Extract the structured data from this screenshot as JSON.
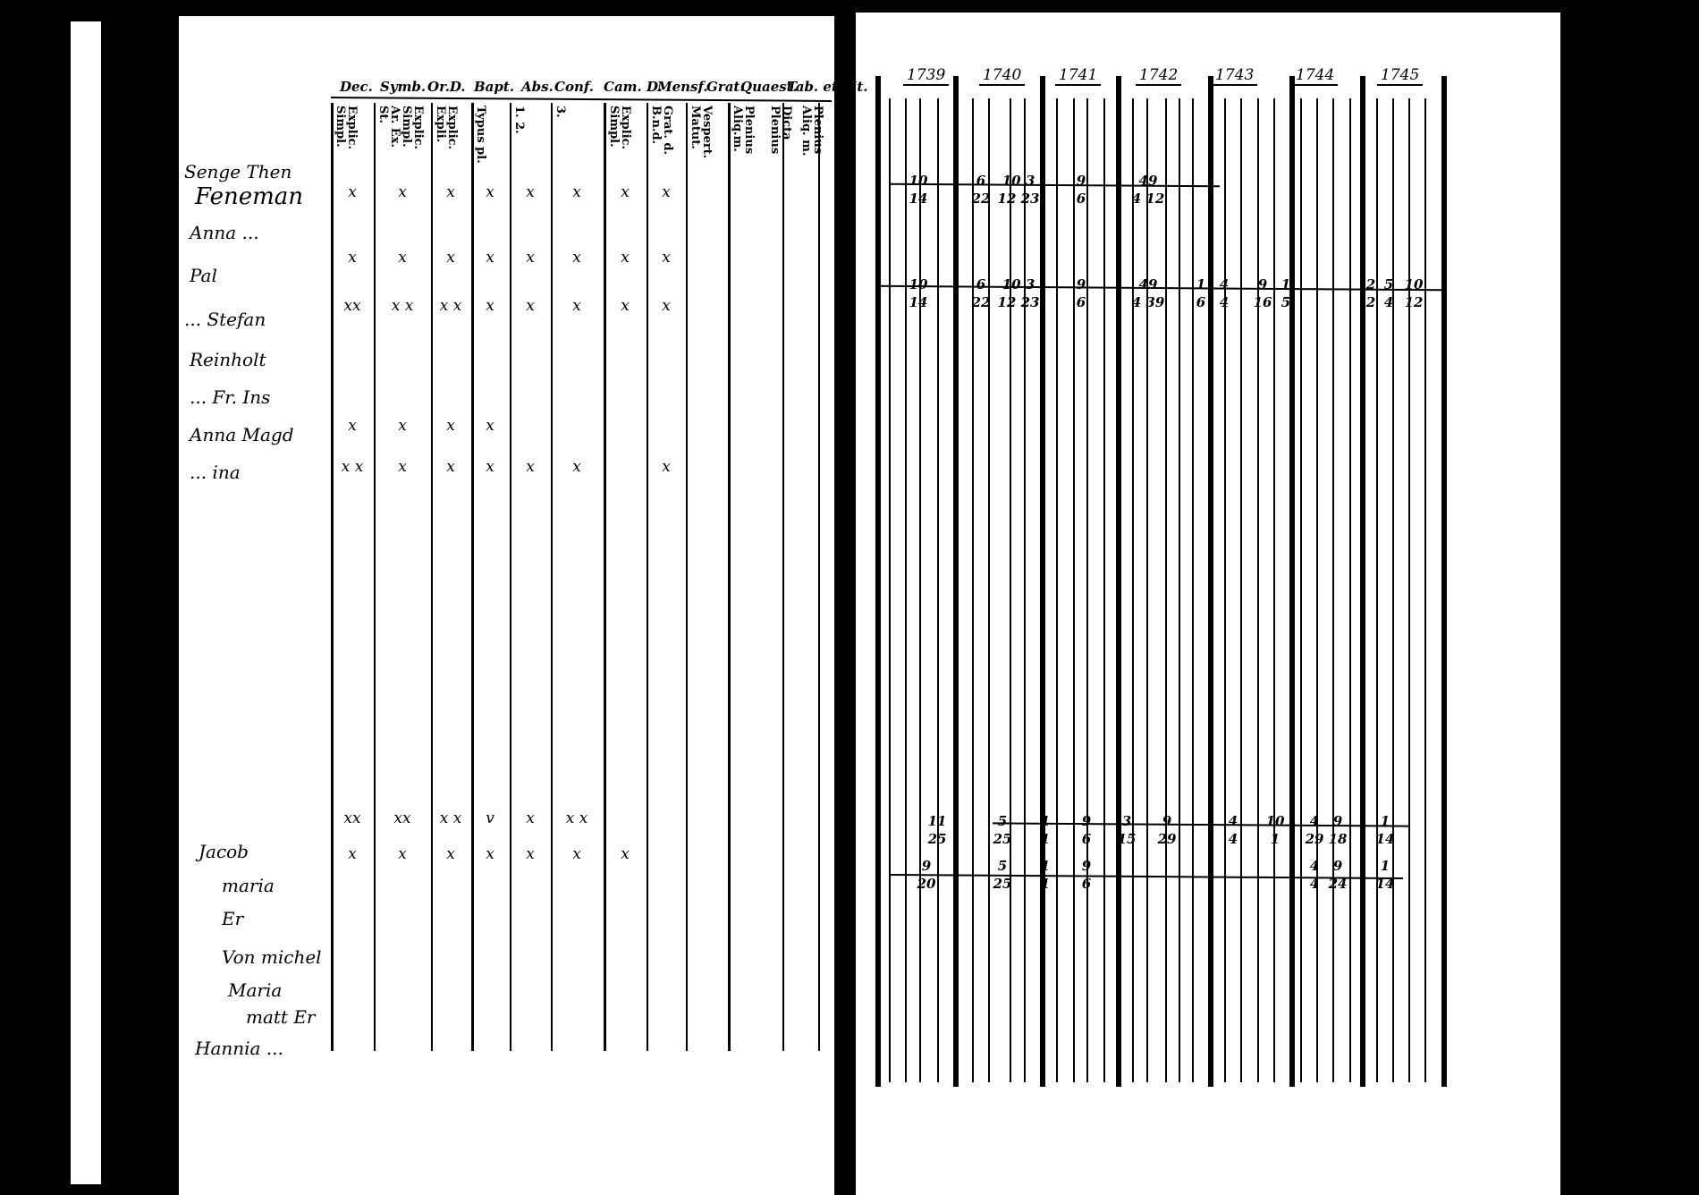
{
  "left_page": {
    "headers": [
      "Dec.",
      "Symb.",
      "Or.D.",
      "Bapt.",
      "Abs.",
      "Conf.",
      "Cam. D.",
      "Mensf.",
      "Grat.",
      "Quaest.",
      "Tab. et Lit."
    ],
    "subheaders": [
      "Explic. Simpl.",
      "Ar. Ex. St.",
      "Explic. Simpl.",
      "Explic. Expli.",
      "Typus pl.",
      "1. 2.",
      "3.",
      "Explic. Simpl.",
      "Grat. d. B.n.d.",
      "Vespert. Matut.",
      "Plenius Aliq.m.",
      "Dicta Plenius",
      "Plenius Aliq. m."
    ],
    "names": [
      "Senge Then",
      "Feneman",
      "Anna ... ",
      "Pal",
      "... Stefan",
      "Reinholt",
      "... Fr. Ins",
      "Anna Magd",
      "... ina",
      "Jacob",
      "maria",
      "Er",
      "Von michel",
      "Maria",
      "matt Er",
      "Hannia ..."
    ],
    "mark_rows": [
      [
        "x",
        "x",
        "x",
        "x",
        "x",
        "x",
        "x",
        "x"
      ],
      [
        "x",
        "x",
        "x",
        "x",
        "x",
        "x",
        "x",
        "x"
      ],
      [
        "xx",
        "x x",
        "x x",
        "x",
        "x",
        "x",
        "x",
        "x"
      ],
      [
        "x",
        "x",
        "x",
        "x",
        "",
        "",
        "",
        ""
      ],
      [
        "x x",
        "x",
        "x",
        "x",
        "x",
        "x",
        "",
        "x"
      ],
      [
        "xx",
        "xx",
        "x x",
        "v",
        "x",
        "x x",
        "",
        ""
      ],
      [
        "x",
        "x",
        "x",
        "x",
        "x",
        "x",
        "x",
        ""
      ]
    ]
  },
  "right_page": {
    "years": [
      "1739",
      "1740",
      "1741",
      "1742",
      "1743",
      "1744",
      "1745"
    ],
    "rows": [
      [
        [
          "10",
          "14"
        ],
        [
          "6",
          "22"
        ],
        [
          "10 3",
          "12 23"
        ],
        [
          "9",
          "6"
        ],
        [
          "49",
          "4 12"
        ]
      ],
      [
        [
          "10",
          "14"
        ],
        [
          "6",
          "22"
        ],
        [
          "10 3",
          "12 23"
        ],
        [
          "9",
          "6"
        ],
        [
          "49",
          "4 39"
        ],
        [
          "1",
          "6"
        ],
        [
          "4",
          "4"
        ],
        [
          "9",
          "16"
        ],
        [
          "1",
          "5"
        ],
        [
          "2",
          "2"
        ],
        [
          "5",
          "4"
        ],
        [
          "10",
          "12"
        ]
      ],
      [
        [
          "11",
          "25"
        ],
        [
          "5",
          "25"
        ],
        [
          "1",
          "1"
        ],
        [
          "9",
          "6"
        ],
        [
          "3",
          "15"
        ],
        [
          "9",
          "29"
        ],
        [
          "4",
          "4"
        ],
        [
          "10",
          "1"
        ],
        [
          "4",
          "29"
        ],
        [
          "9",
          "18"
        ],
        [
          "1",
          "14"
        ]
      ],
      [
        [
          "9",
          "20"
        ],
        [
          "5",
          "25"
        ],
        [
          "1",
          "1"
        ],
        [
          "9",
          "6"
        ],
        [
          "4",
          "4"
        ],
        [
          "9",
          "24"
        ],
        [
          "1",
          "14"
        ]
      ]
    ]
  }
}
